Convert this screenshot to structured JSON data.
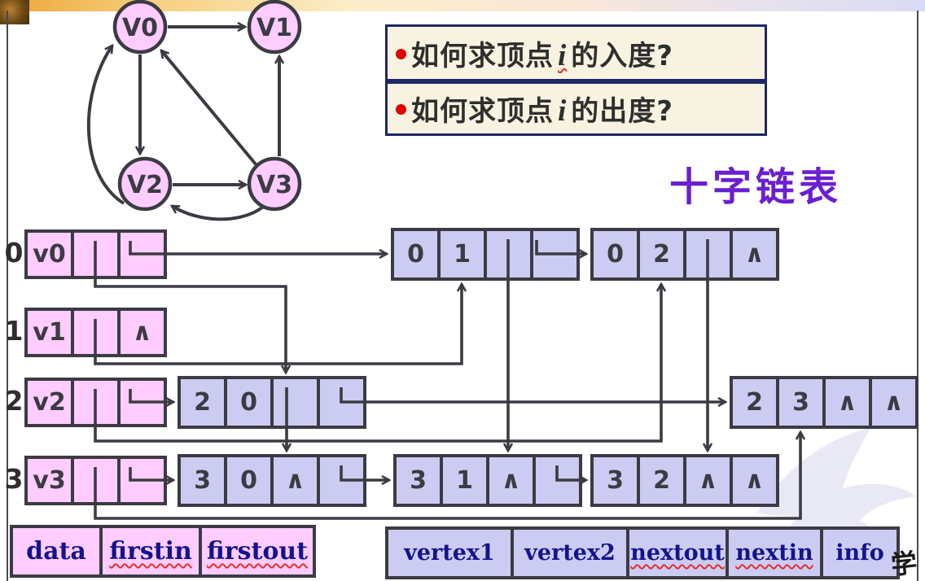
{
  "page": {
    "title": "十字链表",
    "seal_glyph": "学",
    "questions": [
      {
        "bullet": "•",
        "prefix": "如何求顶点",
        "variable": "i",
        "suffix": "的入度?"
      },
      {
        "bullet": "•",
        "prefix": "如何求顶点",
        "variable": "i",
        "suffix": "的出度?"
      }
    ],
    "graph": {
      "vertices": [
        {
          "label": "V0"
        },
        {
          "label": "V1"
        },
        {
          "label": "V2"
        },
        {
          "label": "V3"
        }
      ],
      "edges": [
        "V0→V1",
        "V0→V2",
        "V2→V0",
        "V3→V0",
        "V3→V1",
        "V2→V3",
        "V3→V2"
      ]
    },
    "symbols": {
      "null_pointer": "∧"
    },
    "vertex_nodes": [
      {
        "index": "0",
        "cells": [
          "v0",
          "",
          ""
        ]
      },
      {
        "index": "1",
        "cells": [
          "v1",
          "",
          "∧"
        ]
      },
      {
        "index": "2",
        "cells": [
          "v2",
          "",
          ""
        ]
      },
      {
        "index": "3",
        "cells": [
          "v3",
          "",
          ""
        ]
      }
    ],
    "arc_nodes": [
      {
        "cells": [
          "0",
          "1",
          "",
          ""
        ]
      },
      {
        "cells": [
          "0",
          "2",
          "",
          "∧"
        ]
      },
      {
        "cells": [
          "2",
          "0",
          "",
          ""
        ]
      },
      {
        "cells": [
          "2",
          "3",
          "∧",
          "∧"
        ]
      },
      {
        "cells": [
          "3",
          "0",
          "∧",
          ""
        ]
      },
      {
        "cells": [
          "3",
          "1",
          "∧",
          ""
        ]
      },
      {
        "cells": [
          "3",
          "2",
          "∧",
          "∧"
        ]
      }
    ],
    "legend_vertex_node": [
      "data",
      "firstin",
      "firstout"
    ],
    "legend_arc_node": [
      "vertex1",
      "vertex2",
      "nextout",
      "nextin",
      "info"
    ],
    "colors": {
      "vertex_fill": "#ffccff",
      "arc_fill": "#ccccf2",
      "line": "#3b3b43",
      "title": "#6a1fd0",
      "question_bg": "#f8f3e0",
      "question_border": "#1f2766",
      "bullet": "#e00000",
      "legend_text": "#14148c"
    }
  }
}
